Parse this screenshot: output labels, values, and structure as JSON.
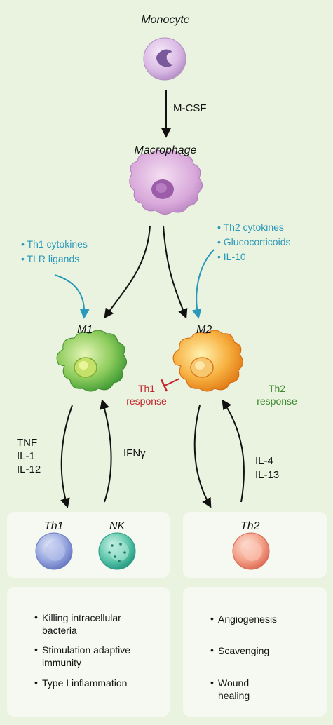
{
  "cells": {
    "monocyte": "Monocyte",
    "macrophage": "Macrophage",
    "m1": "M1",
    "m2": "M2",
    "th1": "Th1",
    "nk": "NK",
    "th2": "Th2"
  },
  "arrows": {
    "mcsf": "M-CSF",
    "m1_out": [
      "TNF",
      "IL-1",
      "IL-12"
    ],
    "m1_in": "IFNγ",
    "m2_in": [
      "IL-4",
      "IL-13"
    ]
  },
  "inputs": {
    "m1": [
      "• Th1 cytokines",
      "• TLR ligands"
    ],
    "m2": [
      "• Th2 cytokines",
      "• Glucocorticoids",
      "• IL-10"
    ]
  },
  "responses": {
    "th1": [
      "Th1",
      "response"
    ],
    "th2": [
      "Th2",
      "response"
    ]
  },
  "functions": {
    "m1": [
      "Killing intracellular bacteria",
      "Stimulation adaptive immunity",
      "Type I inflammation"
    ],
    "m2": [
      "Angiogenesis",
      "Scavenging",
      "Wound healing"
    ]
  },
  "colors": {
    "background": "#eaf3e0",
    "cyan_text": "#2a98b8",
    "th1_response": "#c0262c",
    "th2_response": "#3a8a2e"
  }
}
